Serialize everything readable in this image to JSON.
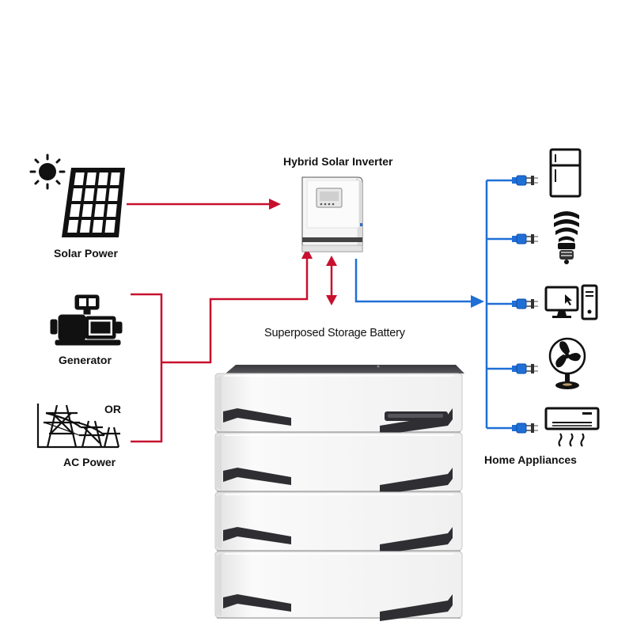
{
  "diagram": {
    "sources": {
      "solar_label": "Solar Power",
      "generator_label": "Generator",
      "or_label": "OR",
      "ac_label": "AC Power"
    },
    "inverter_label": "Hybrid Solar Inverter",
    "battery_label": "Superposed Storage Battery",
    "appliances_label": "Home Appliances",
    "appliance_icons": [
      "refrigerator-icon",
      "light-bulb-icon",
      "computer-icon",
      "fan-icon",
      "air-conditioner-icon"
    ],
    "colors": {
      "input_line": "#c8102e",
      "output_line": "#1f6fd6",
      "icon": "#111111",
      "battery_body": "#f4f4f4",
      "battery_slot": "#2f2f33"
    }
  }
}
